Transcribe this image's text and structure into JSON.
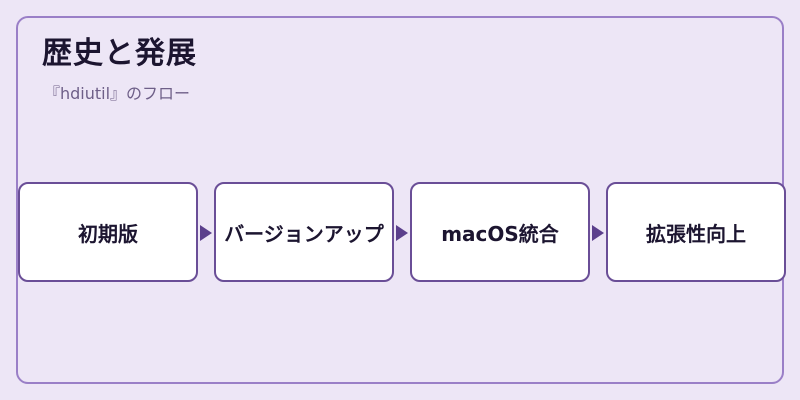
{
  "header": {
    "title": "歴史と発展",
    "subtitle": "『hdiutil』のフロー"
  },
  "flow": {
    "steps": [
      {
        "label": "初期版"
      },
      {
        "label": "バージョンアップ"
      },
      {
        "label": "macOS統合"
      },
      {
        "label": "拡張性向上"
      }
    ]
  },
  "colors": {
    "background": "#ede6f6",
    "frame_border": "#9a7fc7",
    "step_border": "#6a4e97",
    "arrow": "#5b3f8c",
    "step_fill": "#ffffff"
  }
}
